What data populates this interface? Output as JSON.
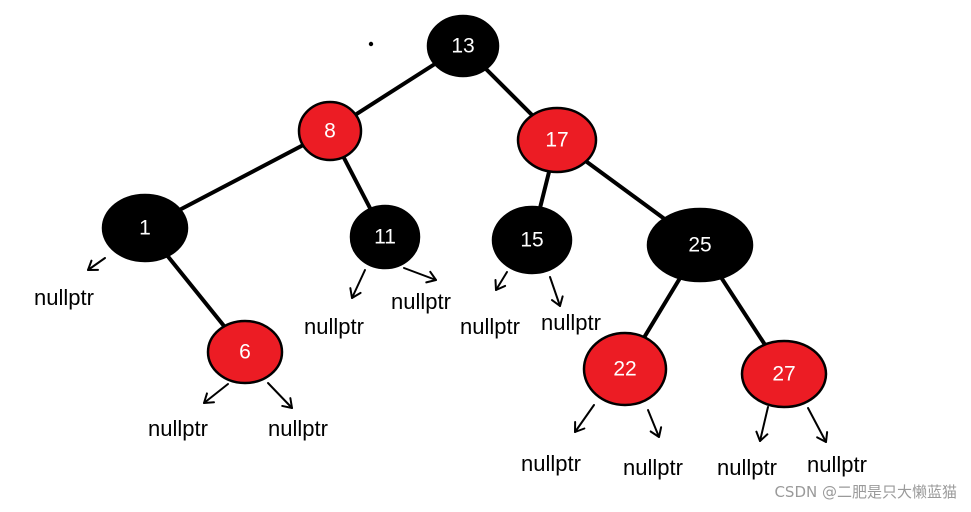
{
  "diagram": {
    "colors": {
      "red": "#ec1c24",
      "black": "#000000",
      "edge": "#000000",
      "label": "#ffffff"
    },
    "nodes": [
      {
        "id": "n13",
        "label": "13",
        "color": "black"
      },
      {
        "id": "n8",
        "label": "8",
        "color": "red"
      },
      {
        "id": "n17",
        "label": "17",
        "color": "red"
      },
      {
        "id": "n1",
        "label": "1",
        "color": "black"
      },
      {
        "id": "n11",
        "label": "11",
        "color": "black"
      },
      {
        "id": "n15",
        "label": "15",
        "color": "black"
      },
      {
        "id": "n25",
        "label": "25",
        "color": "black"
      },
      {
        "id": "n6",
        "label": "6",
        "color": "red"
      },
      {
        "id": "n22",
        "label": "22",
        "color": "red"
      },
      {
        "id": "n27",
        "label": "27",
        "color": "red"
      }
    ],
    "edges": [
      {
        "from": "n13",
        "to": "n8"
      },
      {
        "from": "n13",
        "to": "n17"
      },
      {
        "from": "n8",
        "to": "n1"
      },
      {
        "from": "n8",
        "to": "n11"
      },
      {
        "from": "n17",
        "to": "n15"
      },
      {
        "from": "n17",
        "to": "n25"
      },
      {
        "from": "n1",
        "to": "n6"
      },
      {
        "from": "n25",
        "to": "n22"
      },
      {
        "from": "n25",
        "to": "n27"
      }
    ],
    "null_labels": [
      {
        "id": "null-1-left",
        "text": "nullptr"
      },
      {
        "id": "null-11-left",
        "text": "nullptr"
      },
      {
        "id": "null-11-right",
        "text": "nullptr"
      },
      {
        "id": "null-15-left",
        "text": "nullptr"
      },
      {
        "id": "null-15-right",
        "text": "nullptr"
      },
      {
        "id": "null-6-left",
        "text": "nullptr"
      },
      {
        "id": "null-6-right",
        "text": "nullptr"
      },
      {
        "id": "null-22-left",
        "text": "nullptr"
      },
      {
        "id": "null-22-right",
        "text": "nullptr"
      },
      {
        "id": "null-27-left",
        "text": "nullptr"
      },
      {
        "id": "null-27-right",
        "text": "nullptr"
      }
    ]
  },
  "watermark": "CSDN @二肥是只大懒蓝猫"
}
